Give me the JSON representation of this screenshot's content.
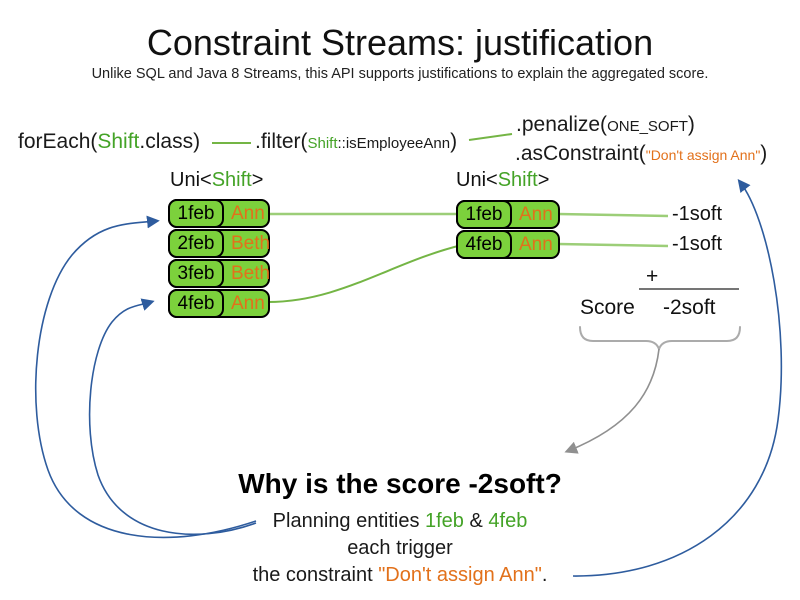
{
  "header": {
    "title": "Constraint Streams: justification",
    "subtitle": "Unlike SQL and Java 8 Streams, this API supports justifications to explain the aggregated score."
  },
  "code": {
    "foreach": {
      "pre": "forEach(",
      "type": "Shift",
      "post": ".class)"
    },
    "filter": {
      "pre": ".filter(",
      "type": "Shift",
      "lambda": "::isEmployeeAnn",
      "post": ")"
    },
    "penalize": {
      "pre": ".penalize(",
      "arg": "ONE_SOFT",
      "post": ")"
    },
    "as_constraint": {
      "pre": ".asConstraint(",
      "arg": "\"Don't assign Ann\"",
      "post": ")"
    }
  },
  "left_stream": {
    "label": {
      "pre": "Uni<",
      "type": "Shift",
      "post": ">"
    },
    "rows": [
      {
        "date": "1feb",
        "employee": "Ann"
      },
      {
        "date": "2feb",
        "employee": "Beth"
      },
      {
        "date": "3feb",
        "employee": "Beth"
      },
      {
        "date": "4feb",
        "employee": "Ann"
      }
    ]
  },
  "right_stream": {
    "label": {
      "pre": "Uni<",
      "type": "Shift",
      "post": ">"
    },
    "rows": [
      {
        "date": "1feb",
        "employee": "Ann"
      },
      {
        "date": "4feb",
        "employee": "Ann"
      }
    ]
  },
  "scores": {
    "penalties": [
      "-1soft",
      "-1soft"
    ],
    "plus": "+",
    "label": "Score",
    "total": "-2soft"
  },
  "explanation": {
    "question": "Why is the score -2soft?",
    "line1_pre": "Planning entities ",
    "entity1": "1feb",
    "amp": " & ",
    "entity2": "4feb",
    "line2": "each trigger",
    "line3_pre": "the constraint ",
    "constraint": "\"Don't assign Ann\"",
    "line3_post": "."
  },
  "colors": {
    "entity_box_green": "#7cd13c",
    "text_green": "#44a327",
    "text_orange": "#e2711b",
    "line_green_light": "#9cce78",
    "line_green_dark": "#74b545",
    "arrow_blue": "#2e5c9e",
    "arrow_gray": "#909090",
    "brace_gray": "#ababab",
    "sum_line_gray": "#757575"
  }
}
